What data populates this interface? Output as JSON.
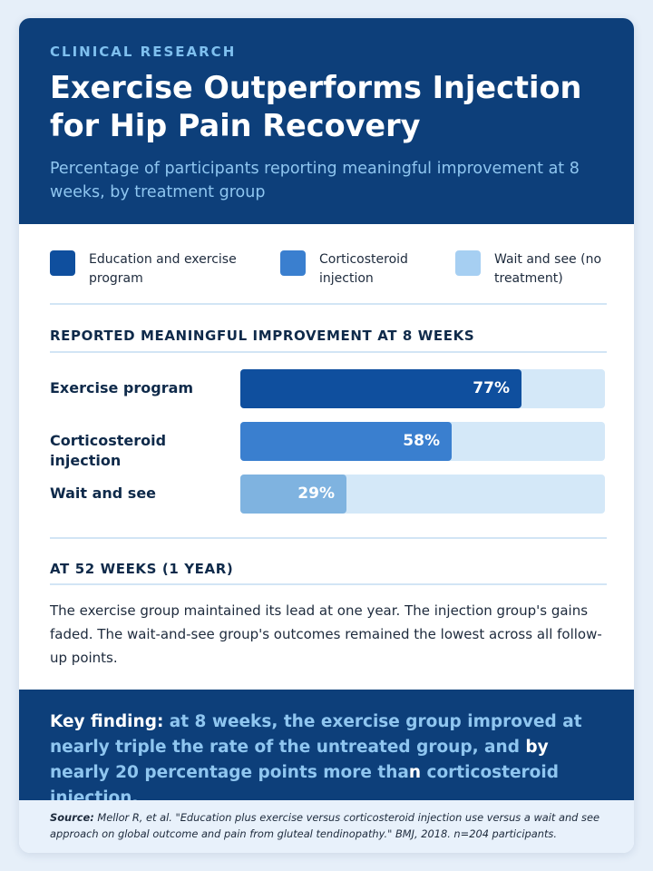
{
  "header": {
    "eyebrow": "CLINICAL RESEARCH",
    "title": "Exercise Outperforms Injection for Hip Pain Recovery",
    "subtitle": "Percentage of participants reporting meaningful improvement at 8 weeks, by treatment group"
  },
  "legend": [
    {
      "label": "Education and exercise program",
      "color": "#0f4f9e"
    },
    {
      "label": "Corticosteroid injection",
      "color": "#3a7fcf"
    },
    {
      "label": "Wait and see (no treatment)",
      "color": "#a6cff2"
    }
  ],
  "chart_data": {
    "type": "bar",
    "title": "REPORTED MEANINGFUL IMPROVEMENT AT 8 WEEKS",
    "categories": [
      "Exercise program",
      "Corticosteroid injection",
      "Wait and see"
    ],
    "values": [
      77,
      58,
      29
    ],
    "value_labels": [
      "77%",
      "58%",
      "29%"
    ],
    "xlim": [
      0,
      100
    ],
    "colors": [
      "#0f4f9e",
      "#3a7fcf",
      "#7fb3e0"
    ],
    "track_color": "#d4e8f8",
    "orientation": "horizontal",
    "grid": false
  },
  "followup": {
    "title": "AT 52 WEEKS (1 YEAR)",
    "text": "The exercise group maintained its lead at one year. The injection group's gains faded. The wait-and-see group's outcomes remained the lowest across all follow-up points."
  },
  "finding": {
    "lead": "Key finding:",
    "part1": " at 8 weeks, the exercise group improved at nearly triple the rate of the untreated group, and ",
    "by": "by",
    "part2": " nearly 20 percentage points more tha",
    "n": "n",
    "part3": " corticosteroid injection."
  },
  "source": {
    "label": "Source:",
    "text": " Mellor R, et al. \"Education plus exercise versus corticosteroid injection use versus a wait and see approach on global outcome and pain from gluteal tendinopathy.\" BMJ, 2018. n=204 participants."
  }
}
